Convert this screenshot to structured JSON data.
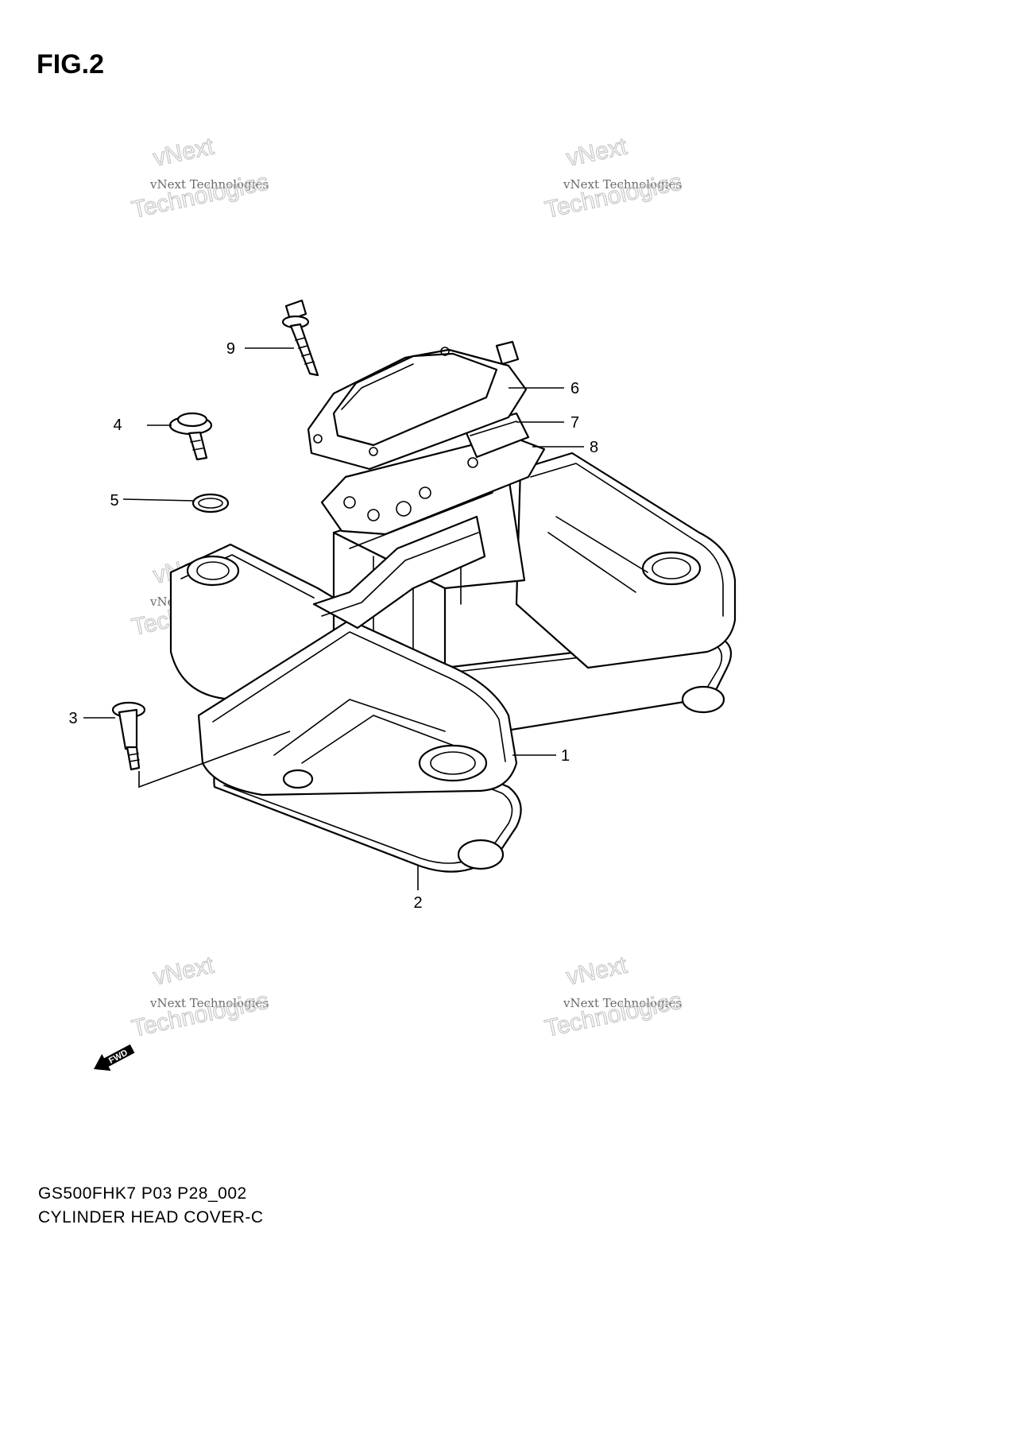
{
  "figure": {
    "title": "FIG.2",
    "model_code": "GS500FHK7 P03 P28_002",
    "assembly_name": "CYLINDER HEAD COVER-C"
  },
  "callouts": [
    {
      "id": "callout-1",
      "label": "1"
    },
    {
      "id": "callout-2",
      "label": "2"
    },
    {
      "id": "callout-3",
      "label": "3"
    },
    {
      "id": "callout-4",
      "label": "4"
    },
    {
      "id": "callout-5",
      "label": "5"
    },
    {
      "id": "callout-6",
      "label": "6"
    },
    {
      "id": "callout-7",
      "label": "7"
    },
    {
      "id": "callout-8",
      "label": "8"
    },
    {
      "id": "callout-9",
      "label": "9"
    }
  ],
  "watermark": {
    "top": "vNext",
    "middle": "vNext Technologies",
    "bottom": "Technologies"
  },
  "fwd_label": "FWD"
}
